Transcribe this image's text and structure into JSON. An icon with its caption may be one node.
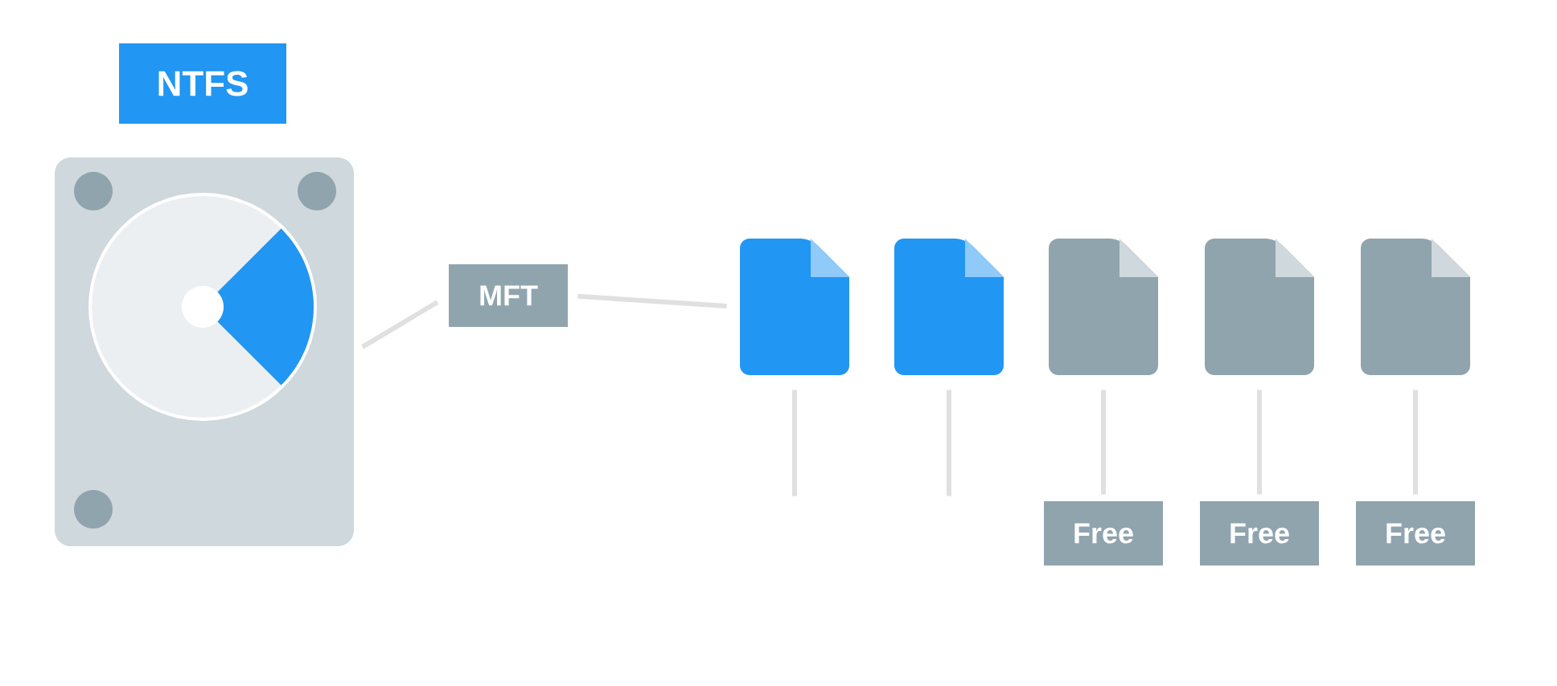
{
  "diagram": {
    "nodes": [
      {
        "text": [
          "NTFS"
        ]
      },
      {
        "text": [],
        "shape": "picture"
      },
      {
        "text": [
          "MFT"
        ]
      },
      {
        "text": [],
        "shape": "file"
      },
      {
        "text": [],
        "shape": "file"
      },
      {
        "text": [],
        "shape": "file"
      },
      {
        "text": [],
        "shape": "file"
      },
      {
        "text": [],
        "shape": "file"
      },
      {
        "text": [
          "Free"
        ]
      },
      {
        "text": [
          "Free"
        ]
      },
      {
        "text": [
          "Free"
        ]
      }
    ],
    "edges": [
      {
        "from": 1,
        "to": 2,
        "arrow": "none"
      },
      {
        "from": 2,
        "to": 3,
        "arrow": "none"
      },
      {
        "from": 3,
        "to": null,
        "arrow": "none"
      },
      {
        "from": 4,
        "to": null,
        "arrow": "none"
      },
      {
        "from": 5,
        "to": 8,
        "arrow": "none"
      },
      {
        "from": 6,
        "to": 9,
        "arrow": "none"
      },
      {
        "from": 7,
        "to": 10,
        "arrow": "none"
      }
    ]
  }
}
